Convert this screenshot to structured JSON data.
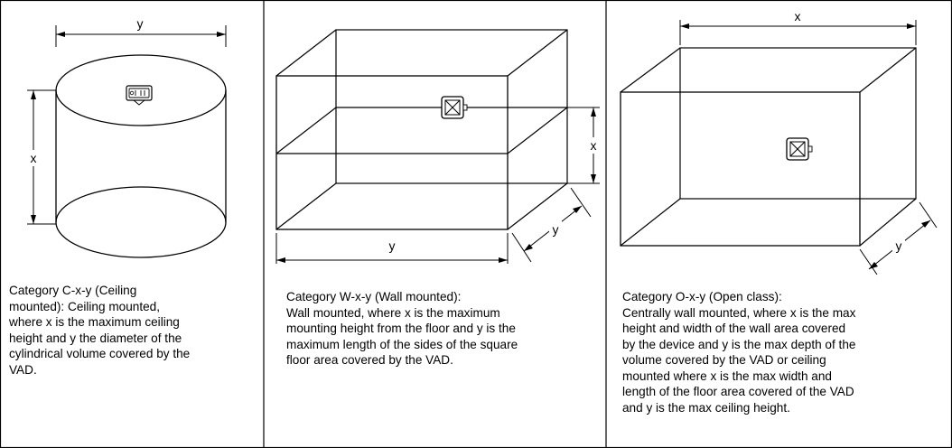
{
  "panels": [
    {
      "id": "ceiling",
      "labels": {
        "y": "y",
        "x": "x"
      },
      "title": "Category C-x-y (Ceiling\nmounted):",
      "description": "Ceiling mounted,\nwhere x is the maximum ceiling\nheight and y the diameter of the\ncylindrical volume covered by the\nVAD."
    },
    {
      "id": "wall",
      "labels": {
        "x": "x",
        "y_front": "y",
        "y_side": "y"
      },
      "title": "Category W-x-y (Wall mounted):",
      "description": "Wall mounted, where x is the maximum\nmounting height from the floor and y is the\nmaximum length of the sides of the square\nfloor area covered by the VAD."
    },
    {
      "id": "open",
      "labels": {
        "x": "x",
        "y_side": "y"
      },
      "title": "Category O-x-y (Open class):",
      "description": "Centrally wall mounted, where x is the max\nheight and width of the wall area covered\nby the device and y is the max depth of the\nvolume covered by the VAD or ceiling\nmounted where x is the max width and\nlength of the floor area covered of the VAD\nand y is the max ceiling height."
    }
  ]
}
